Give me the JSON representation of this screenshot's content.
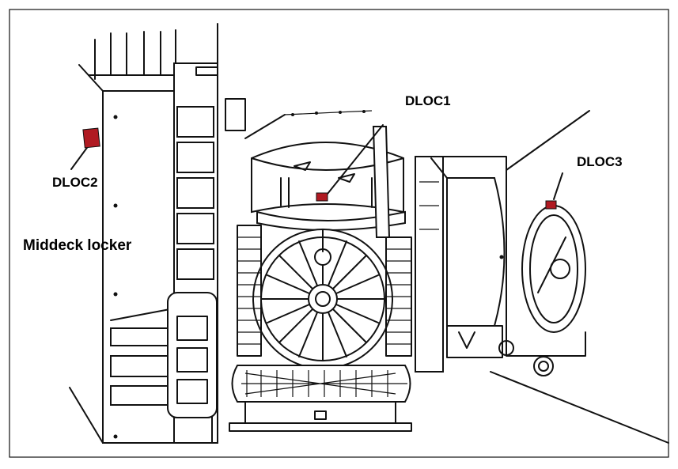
{
  "labels": {
    "dloc1": "DLOC1",
    "dloc2": "DLOC2",
    "dloc3": "DLOC3",
    "middeck_locker": "Middeck locker"
  },
  "colors": {
    "marker": "#b01a22",
    "line": "#111111",
    "background": "#ffffff"
  }
}
